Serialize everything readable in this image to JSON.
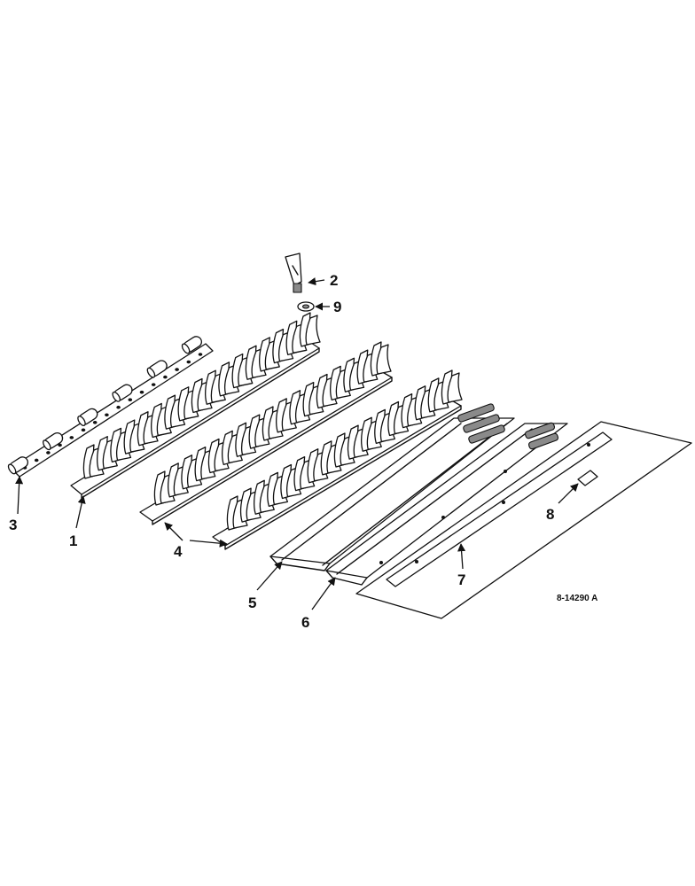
{
  "callouts": {
    "c1": "1",
    "c2": "2",
    "c3": "3",
    "c4": "4",
    "c5": "5",
    "c6": "6",
    "c7": "7",
    "c8": "8",
    "c9": "9"
  },
  "drawing_id": "8-14290 A"
}
